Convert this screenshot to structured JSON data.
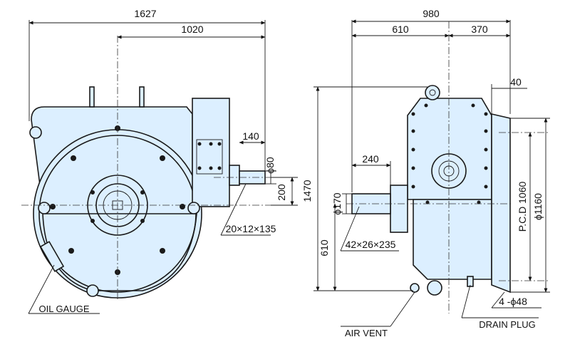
{
  "dimensions": {
    "left_overall_width": "1627",
    "left_shaft_distance": "1020",
    "left_shaft_length": "140",
    "left_shaft_dia": "ϕ80",
    "left_shaft_height": "200",
    "left_key": "20×12×135",
    "right_overall_width": "980",
    "right_width_left": "610",
    "right_width_right": "370",
    "right_flange_thickness": "40",
    "right_shaft_length": "240",
    "right_height_overall": "1470",
    "right_shaft_dia": "ϕ170",
    "right_shaft_height": "610",
    "right_key": "42×26×235",
    "pcd": "P.C.D 1060",
    "flange_dia": "ϕ1160",
    "bolt_holes": "4 -ϕ48"
  },
  "labels": {
    "oil_gauge": "OIL GAUGE",
    "air_vent": "AIR VENT",
    "drain_plug": "DRAIN PLUG"
  },
  "colors": {
    "body_fill": "#dcefff",
    "line": "#1a1a1a"
  }
}
